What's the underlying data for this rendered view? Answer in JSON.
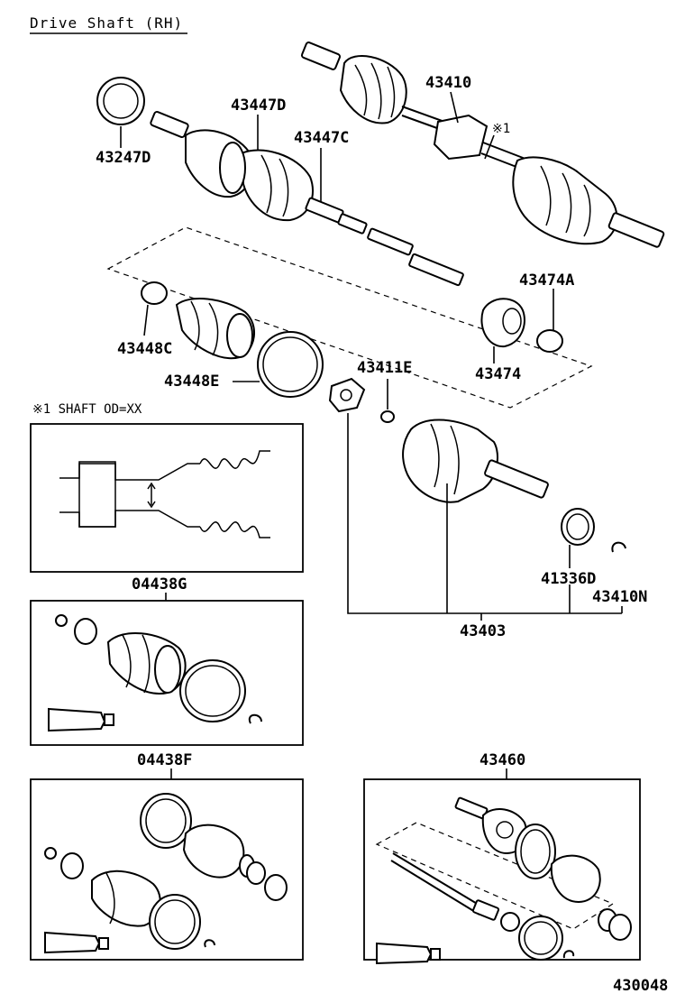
{
  "title": "Drive Shaft (RH)",
  "footer_code": "430048",
  "note": {
    "marker": "※1",
    "shaft_od": "※1 SHAFT OD=XX"
  },
  "parts": {
    "p43410": "43410",
    "p43447D": "43447D",
    "p43447C": "43447C",
    "p43247D": "43247D",
    "p43474A": "43474A",
    "p43448C": "43448C",
    "p43448E": "43448E",
    "p43474": "43474",
    "p43411E": "43411E",
    "p41336D": "41336D",
    "p43410N": "43410N",
    "p43403": "43403",
    "p04438G": "04438G",
    "p04438F": "04438F",
    "p43460": "43460"
  },
  "icons": {
    "shaft": "drive-shaft-assembly-icon",
    "boot": "boot-icon",
    "clamp": "boot-clamp-icon",
    "grease": "grease-tube-icon",
    "snap_ring": "snap-ring-icon"
  }
}
